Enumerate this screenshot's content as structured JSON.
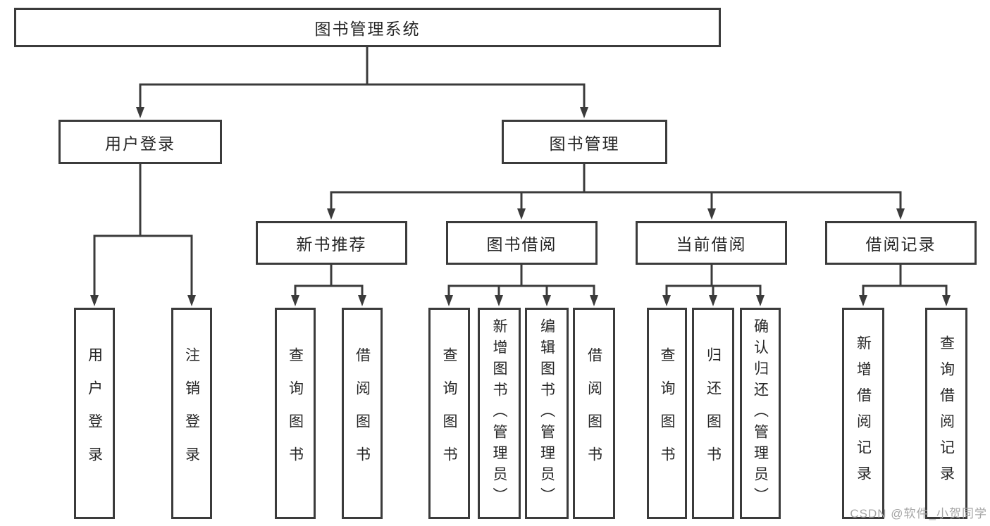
{
  "diagram": {
    "root": "图书管理系统",
    "level2": [
      "用户登录",
      "图书管理"
    ],
    "level3": [
      "新书推荐",
      "图书借阅",
      "当前借阅",
      "借阅记录"
    ],
    "leaves": {
      "user_login": [
        "用户登录",
        "注销登录"
      ],
      "new_book_recommend": [
        "查询图书",
        "借阅图书"
      ],
      "book_borrow": [
        "查询图书",
        "新增图书（管理员）",
        "编辑图书（管理员）",
        "借阅图书"
      ],
      "current_borrow": [
        "查询图书",
        "归还图书",
        "确认归还（管理员）"
      ],
      "borrow_record": [
        "新增借阅记录",
        "查询借阅记录"
      ]
    }
  },
  "watermark": "CSDN @软件_小贺同学",
  "colors": {
    "line": "#3b3b3b",
    "box_border": "#3b3b3b",
    "text": "#262626",
    "watermark": "#a6a6a6",
    "background": "#ffffff"
  }
}
